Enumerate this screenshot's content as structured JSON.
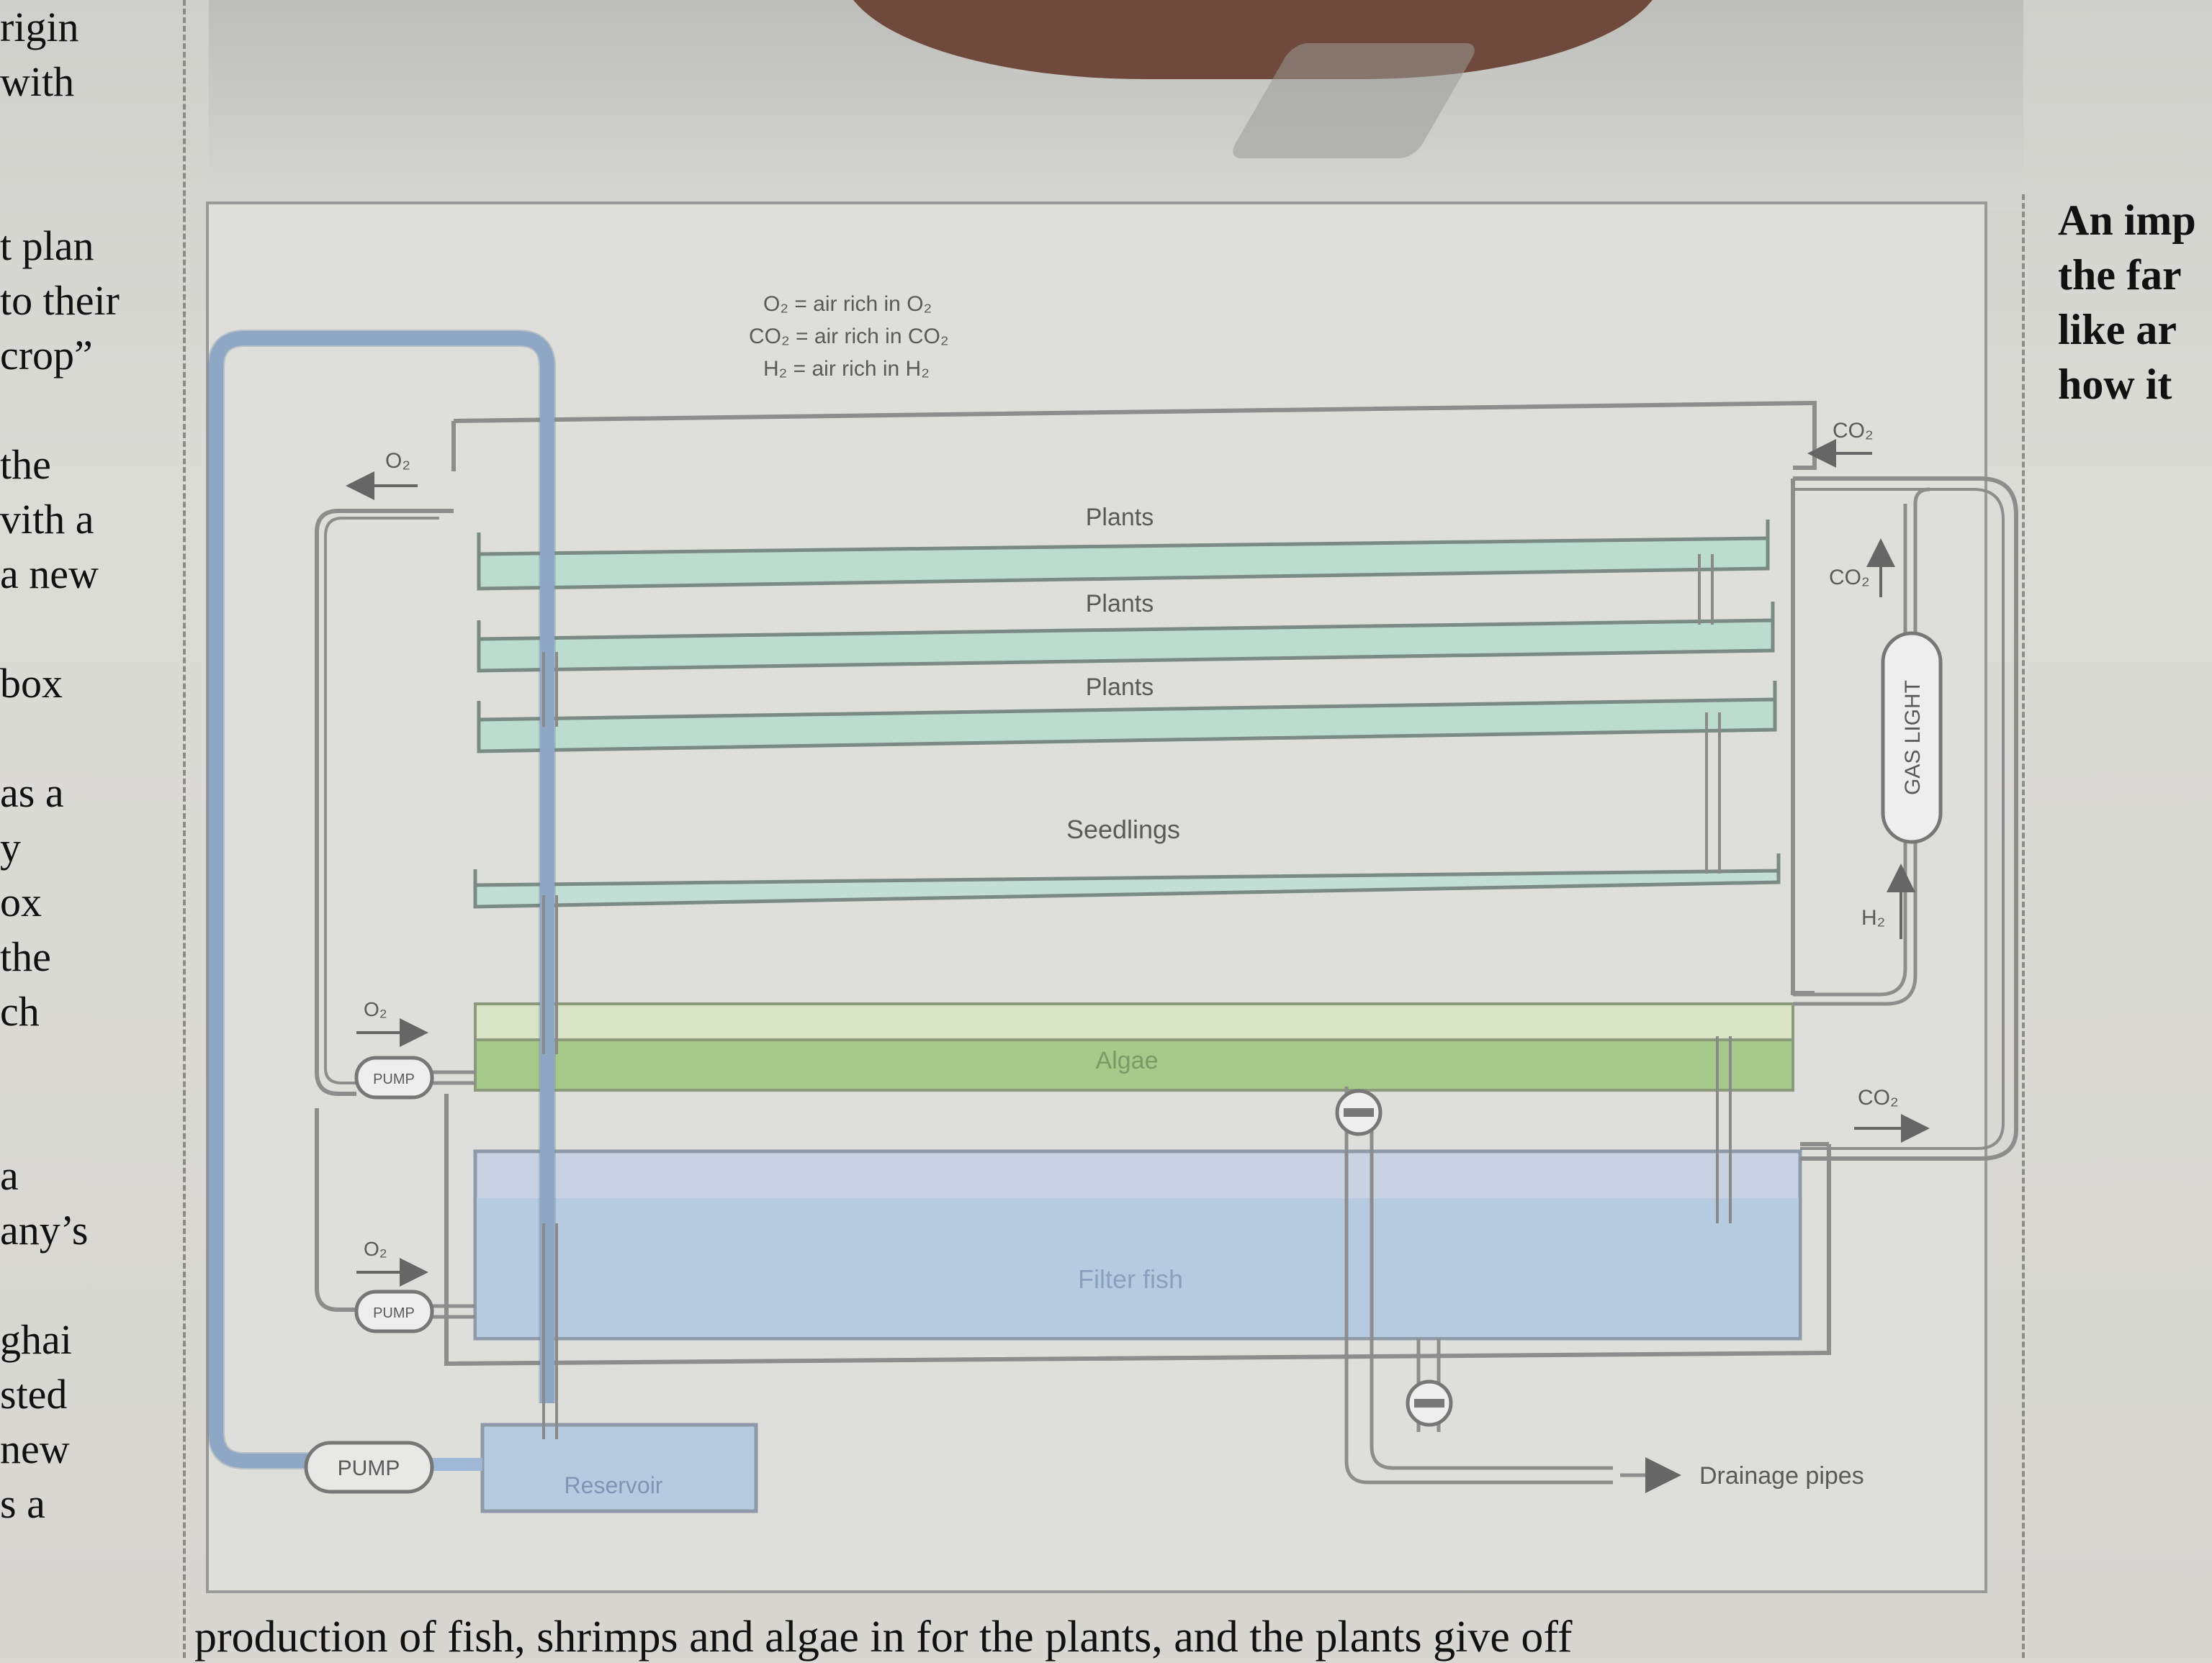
{
  "left_column": [
    "rigin",
    "with",
    "",
    "",
    "t plan",
    "to their",
    " crop”",
    "",
    "the",
    "vith a",
    "a new",
    "",
    "box",
    "",
    "as a",
    "y",
    "ox",
    "the",
    "ch",
    "",
    "",
    "a",
    "any’s",
    "",
    "ghai",
    "sted",
    "new",
    "s a"
  ],
  "right_column": [
    "An imp",
    "the far",
    "like ar",
    "how it"
  ],
  "bottom_text": "production of fish, shrimps and algae in     for the plants, and the plants give off",
  "legend": [
    "O₂ = air rich in O₂",
    "CO₂ = air rich in CO₂",
    "H₂ = air rich in H₂"
  ],
  "layers": {
    "plants1": "Plants",
    "plants2": "Plants",
    "plants3": "Plants",
    "seedlings": "Seedlings",
    "algae": "Algae",
    "filter_fish": "Filter fish",
    "reservoir": "Reservoir"
  },
  "components": {
    "pump_top": "PUMP",
    "pump_mid": "PUMP",
    "pump_bottom": "PUMP",
    "gas_light": "GAS LIGHT",
    "drainage": "Drainage pipes"
  },
  "flows": {
    "o2_top": "O₂",
    "o2_pump1": "O₂",
    "o2_pump2": "O₂",
    "co2_top": "CO₂",
    "co2_mid": "CO₂",
    "co2_bottom": "CO₂",
    "h2": "H₂"
  },
  "colors": {
    "plants": "#bcdcd0",
    "algae": "#a7c98a",
    "algae_top": "#d9e3c6",
    "water": "#b6cbe0",
    "pipe_blue": "#9fb8d6"
  }
}
